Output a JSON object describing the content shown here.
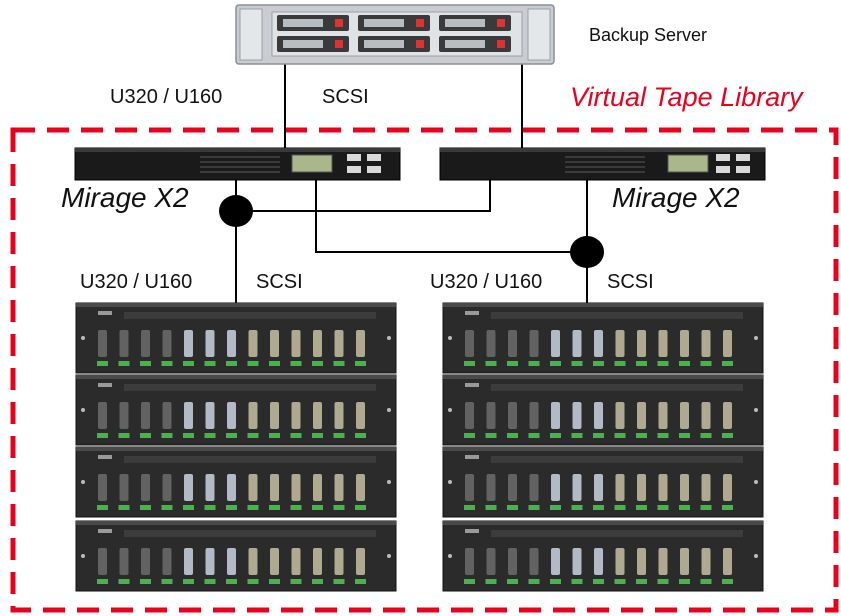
{
  "labels": {
    "backup_server": "Backup Server",
    "top_link_interface": "U320 / U160",
    "top_link_protocol": "SCSI",
    "virtual_tape_library": "Virtual Tape Library",
    "left_controller": "Mirage X2",
    "right_controller": "Mirage X2",
    "left_link_interface": "U320 / U160",
    "left_link_protocol": "SCSI",
    "right_link_interface": "U320 / U160",
    "right_link_protocol": "SCSI"
  },
  "colors": {
    "library_boundary": "#e8001c",
    "connection_line": "#000000",
    "controller_body": "#1a1a1a",
    "controller_display": "#a9b78a",
    "array_body": "#2b2b2b",
    "array_indicator": "#4caf50",
    "server_body": "#c9cdd2"
  },
  "icons": {
    "server": "rack-server-icon",
    "controller": "raid-controller-icon",
    "array": "disk-array-icon",
    "junction": "junction-node-icon"
  }
}
